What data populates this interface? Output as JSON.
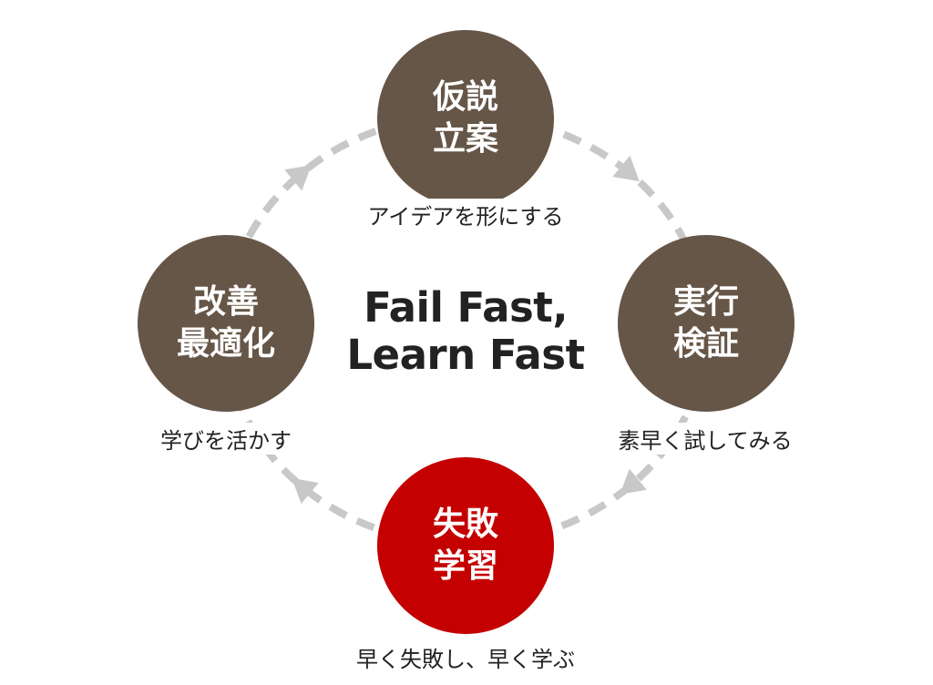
{
  "colors": {
    "node": "#665647",
    "accent": "#c40000",
    "ring": "#c8c8c8"
  },
  "center": {
    "line1": "Fail Fast,",
    "line2": "Learn Fast"
  },
  "nodes": [
    {
      "line1": "仮説",
      "line2": "立案",
      "caption": "アイデアを形にする"
    },
    {
      "line1": "実行",
      "line2": "検証",
      "caption": "素早く試してみる"
    },
    {
      "line1": "失敗",
      "line2": "学習",
      "caption": "早く失敗し、早く学ぶ"
    },
    {
      "line1": "改善",
      "line2": "最適化",
      "caption": "学びを活かす"
    }
  ]
}
